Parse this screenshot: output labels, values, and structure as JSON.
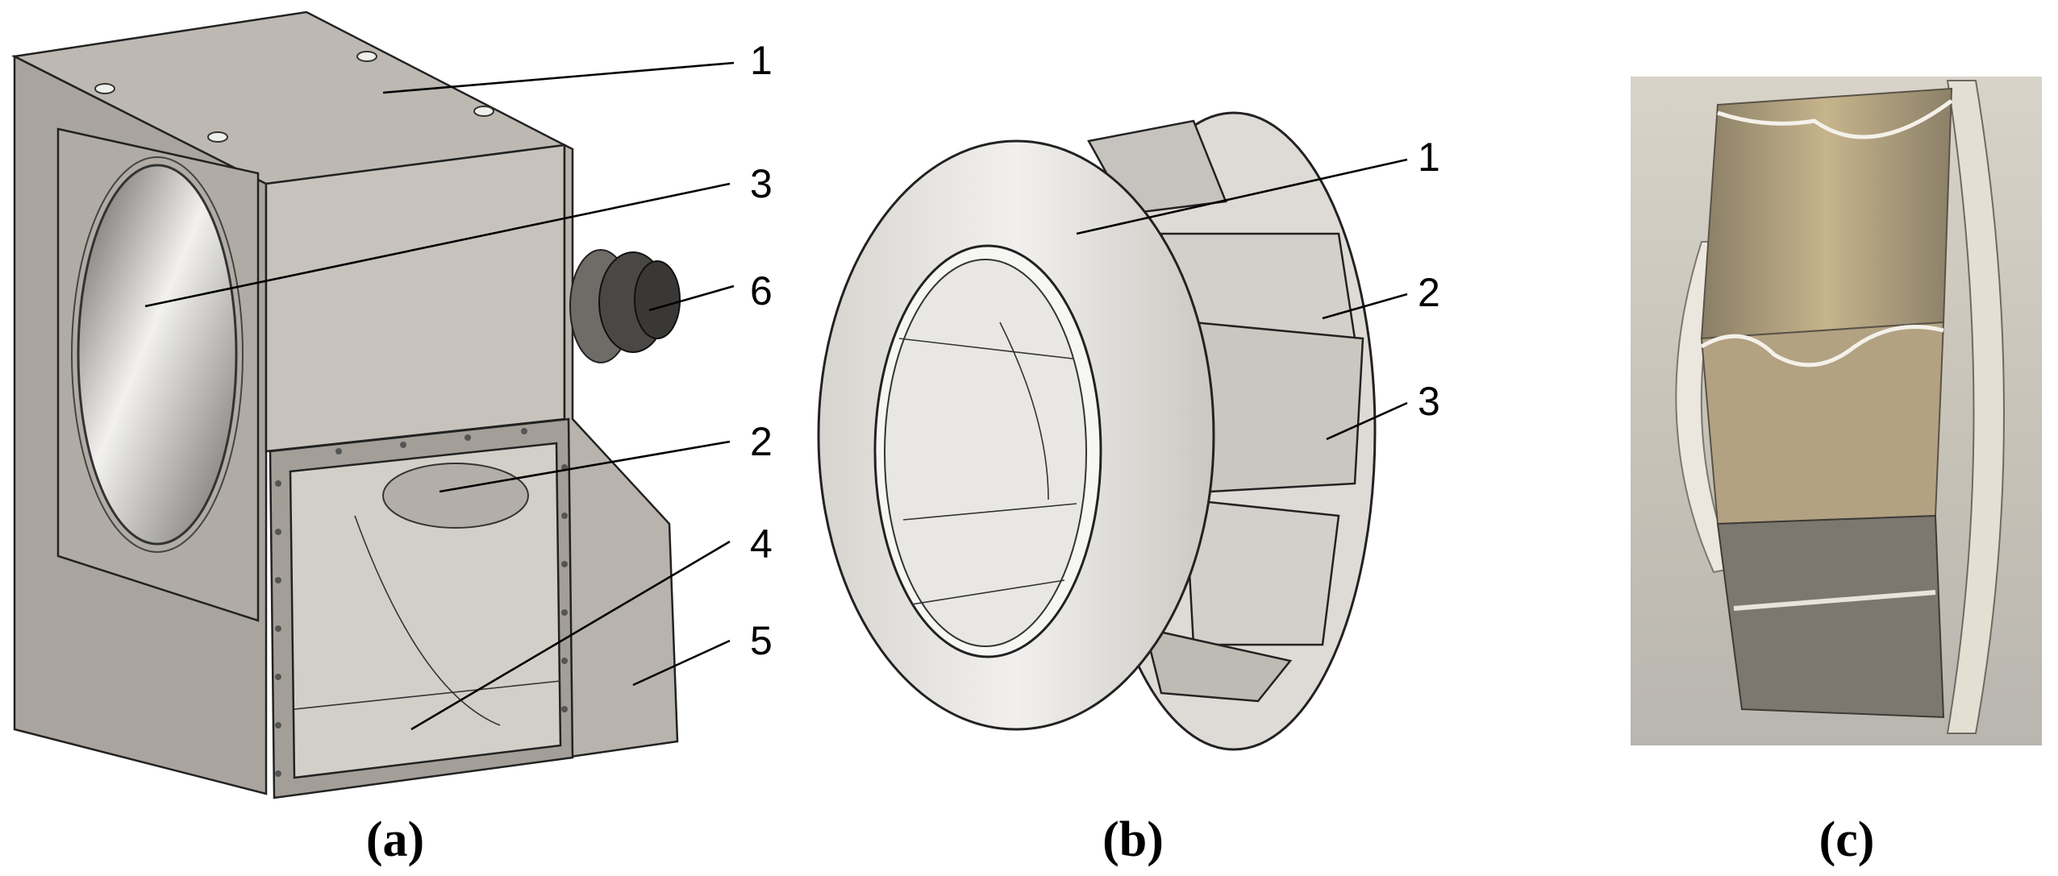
{
  "panels": [
    {
      "id": "a",
      "caption": "(a)",
      "subject": "fan housing assembly",
      "callouts": [
        "1",
        "3",
        "6",
        "2",
        "4",
        "5"
      ]
    },
    {
      "id": "b",
      "caption": "(b)",
      "subject": "impeller",
      "callouts": [
        "1",
        "2",
        "3"
      ]
    },
    {
      "id": "c",
      "caption": "(c)",
      "subject": "damaged impeller photo",
      "callouts": []
    }
  ],
  "colors": {
    "housing_light": "#c9c6c0",
    "housing_mid": "#aeaaa3",
    "housing_dark": "#8f8b85",
    "impeller_light": "#e6e4e0",
    "photo_bg": "#cfcabf"
  }
}
